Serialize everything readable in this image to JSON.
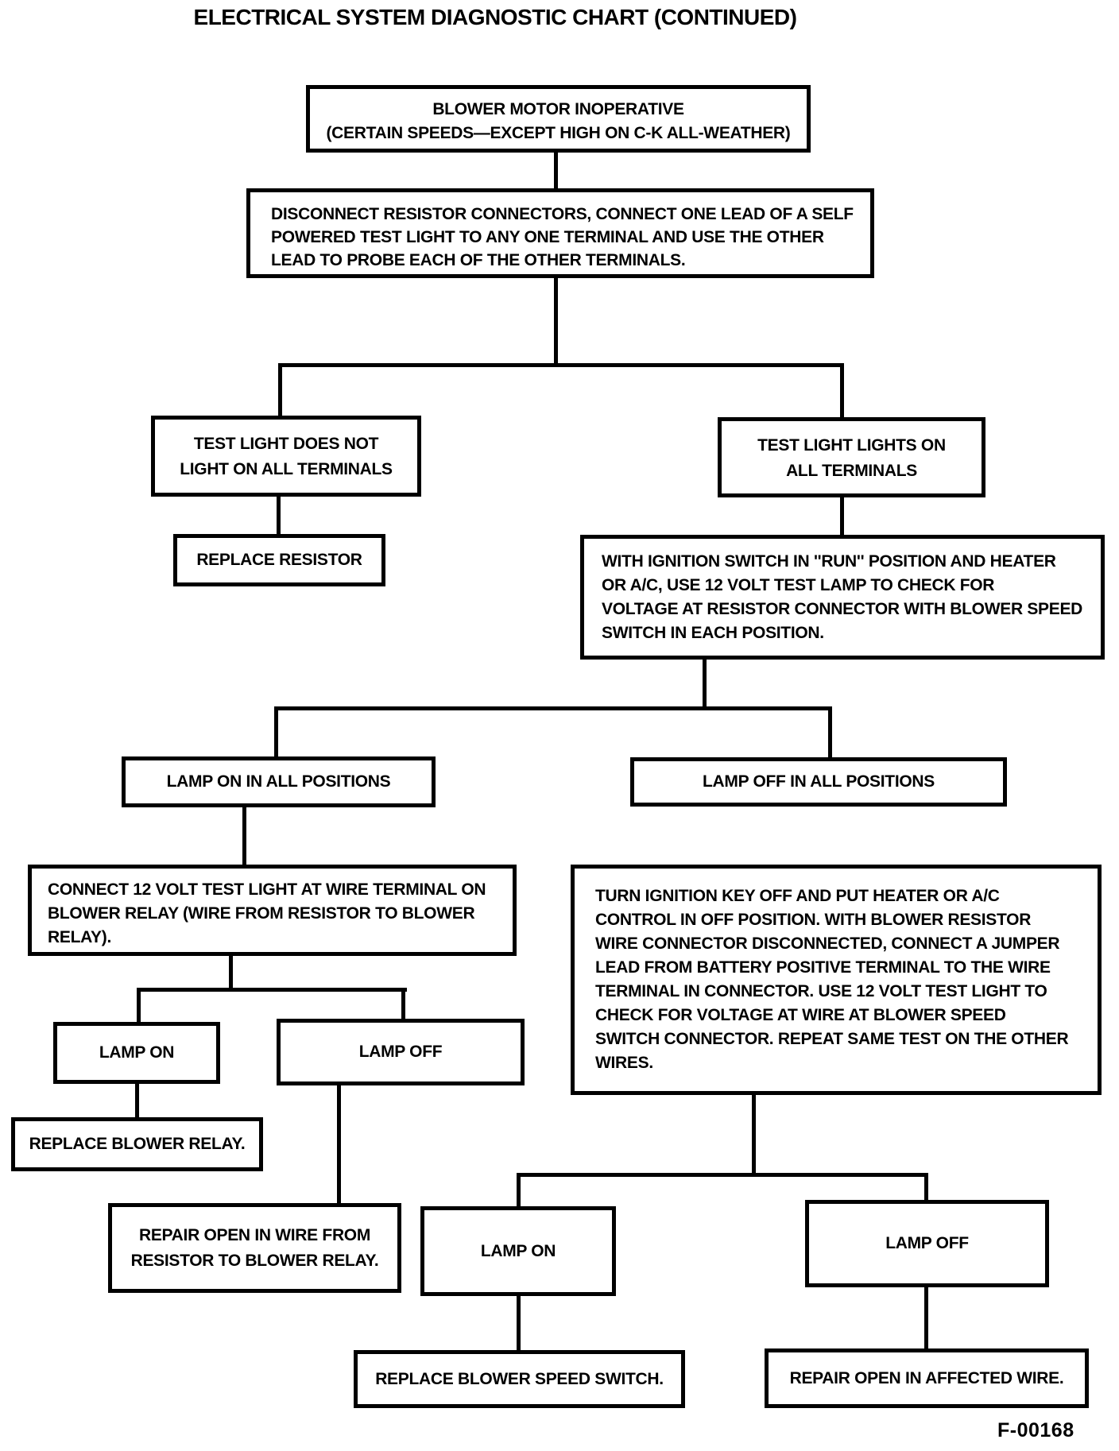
{
  "title": "ELECTRICAL SYSTEM DIAGNOSTIC CHART (CONTINUED)",
  "figure_code": "F-00168",
  "diagram_type": "flowchart",
  "colors": {
    "ink": "#000000",
    "paper": "#ffffff"
  },
  "nodes": {
    "blower_motor_inoperative": {
      "lines": [
        "BLOWER MOTOR INOPERATIVE",
        "(CERTAIN SPEEDS—EXCEPT HIGH ON C-K ALL-WEATHER)"
      ]
    },
    "disconnect_resistor": {
      "lines": [
        "DISCONNECT RESISTOR CONNECTORS, CONNECT ONE LEAD OF A SELF",
        "POWERED TEST LIGHT TO ANY ONE TERMINAL AND USE THE OTHER",
        "LEAD TO PROBE EACH OF THE OTHER TERMINALS."
      ]
    },
    "test_light_does_not_light": {
      "lines": [
        "TEST LIGHT DOES NOT",
        "LIGHT ON ALL TERMINALS"
      ]
    },
    "test_light_lights": {
      "lines": [
        "TEST LIGHT LIGHTS ON",
        "ALL TERMINALS"
      ]
    },
    "replace_resistor": {
      "lines": [
        "REPLACE RESISTOR"
      ]
    },
    "with_ignition_run": {
      "lines": [
        "WITH IGNITION SWITCH IN ''RUN'' POSITION AND HEATER",
        "OR A/C, USE 12 VOLT TEST LAMP TO CHECK FOR",
        "VOLTAGE AT RESISTOR CONNECTOR WITH BLOWER SPEED",
        "SWITCH IN EACH POSITION."
      ]
    },
    "lamp_on_all_positions": {
      "lines": [
        "LAMP ON IN ALL POSITIONS"
      ]
    },
    "lamp_off_all_positions": {
      "lines": [
        "LAMP OFF IN ALL POSITIONS"
      ]
    },
    "connect_12v_test_light": {
      "lines": [
        "CONNECT 12 VOLT TEST LIGHT AT WIRE TERMINAL ON",
        "BLOWER RELAY (WIRE FROM RESISTOR TO BLOWER",
        "RELAY)."
      ]
    },
    "turn_ignition_key_off": {
      "lines": [
        "TURN IGNITION KEY OFF AND PUT HEATER OR A/C",
        "CONTROL IN OFF POSITION. WITH BLOWER RESISTOR",
        "WIRE CONNECTOR DISCONNECTED, CONNECT A JUMPER",
        "LEAD FROM BATTERY POSITIVE TERMINAL TO THE WIRE",
        "TERMINAL IN CONNECTOR. USE 12 VOLT TEST LIGHT TO",
        "CHECK FOR VOLTAGE AT WIRE AT BLOWER SPEED",
        "SWITCH CONNECTOR. REPEAT SAME TEST ON THE OTHER",
        "WIRES."
      ]
    },
    "lamp_on_1": {
      "lines": [
        "LAMP ON"
      ]
    },
    "lamp_off_1": {
      "lines": [
        "LAMP OFF"
      ]
    },
    "replace_blower_relay": {
      "lines": [
        "REPLACE BLOWER RELAY."
      ]
    },
    "repair_open_wire_resistor_relay": {
      "lines": [
        "REPAIR OPEN IN WIRE FROM",
        "RESISTOR TO BLOWER RELAY."
      ]
    },
    "lamp_on_2": {
      "lines": [
        "LAMP ON"
      ]
    },
    "lamp_off_2": {
      "lines": [
        "LAMP OFF"
      ]
    },
    "replace_blower_speed_switch": {
      "lines": [
        "REPLACE BLOWER SPEED SWITCH."
      ]
    },
    "repair_open_affected_wire": {
      "lines": [
        "REPAIR OPEN IN AFFECTED WIRE."
      ]
    }
  },
  "edges": [
    [
      "blower_motor_inoperative",
      "disconnect_resistor"
    ],
    [
      "disconnect_resistor",
      "test_light_does_not_light"
    ],
    [
      "disconnect_resistor",
      "test_light_lights"
    ],
    [
      "test_light_does_not_light",
      "replace_resistor"
    ],
    [
      "test_light_lights",
      "with_ignition_run"
    ],
    [
      "with_ignition_run",
      "lamp_on_all_positions"
    ],
    [
      "with_ignition_run",
      "lamp_off_all_positions"
    ],
    [
      "lamp_on_all_positions",
      "connect_12v_test_light"
    ],
    [
      "lamp_off_all_positions",
      "turn_ignition_key_off"
    ],
    [
      "connect_12v_test_light",
      "lamp_on_1"
    ],
    [
      "connect_12v_test_light",
      "lamp_off_1"
    ],
    [
      "lamp_on_1",
      "replace_blower_relay"
    ],
    [
      "lamp_off_1",
      "repair_open_wire_resistor_relay"
    ],
    [
      "turn_ignition_key_off",
      "lamp_on_2"
    ],
    [
      "turn_ignition_key_off",
      "lamp_off_2"
    ],
    [
      "lamp_on_2",
      "replace_blower_speed_switch"
    ],
    [
      "lamp_off_2",
      "repair_open_affected_wire"
    ]
  ]
}
